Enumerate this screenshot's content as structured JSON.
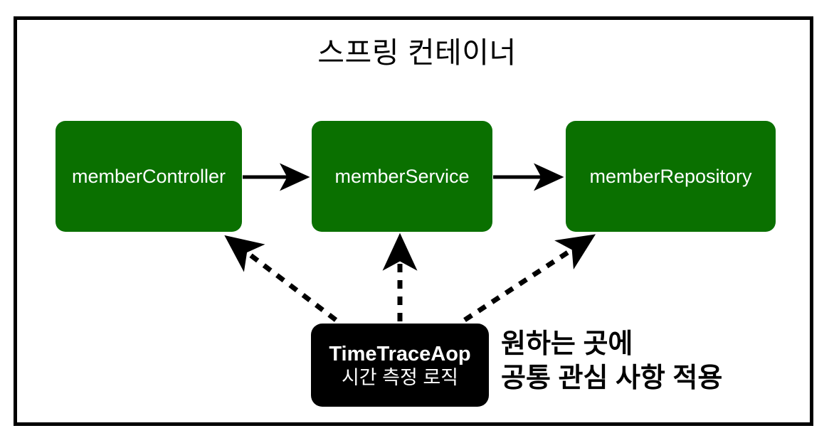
{
  "diagram": {
    "title": "스프링 컨테이너",
    "frame_color": "#000000",
    "background": "#ffffff"
  },
  "beans": [
    {
      "id": "memberController",
      "label": "memberController",
      "color": "#0a7000",
      "text_color": "#ffffff"
    },
    {
      "id": "memberService",
      "label": "memberService",
      "color": "#0a7000",
      "text_color": "#ffffff"
    },
    {
      "id": "memberRepository",
      "label": "memberRepository",
      "color": "#0a7000",
      "text_color": "#ffffff"
    }
  ],
  "aspect": {
    "title": "TimeTraceAop",
    "subtitle": "시간 측정 로직",
    "color": "#000000",
    "text_color": "#ffffff"
  },
  "annotation": {
    "line1": "원하는 곳에",
    "line2": "공통 관심 사항 적용",
    "color": "#000000"
  },
  "connections": [
    {
      "name": "controller-to-service",
      "style": "solid",
      "from": "memberController",
      "to": "memberService"
    },
    {
      "name": "service-to-repository",
      "style": "solid",
      "from": "memberService",
      "to": "memberRepository"
    },
    {
      "name": "aop-to-controller",
      "style": "dashed",
      "from": "TimeTraceAop",
      "to": "memberController"
    },
    {
      "name": "aop-to-service",
      "style": "dashed",
      "from": "TimeTraceAop",
      "to": "memberService"
    },
    {
      "name": "aop-to-repository",
      "style": "dashed",
      "from": "TimeTraceAop",
      "to": "memberRepository"
    }
  ]
}
